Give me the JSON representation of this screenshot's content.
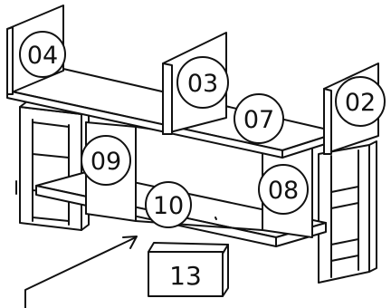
{
  "diagram": {
    "type": "exploded-assembly",
    "colors": {
      "line": "#111111",
      "fill": "#ffffff"
    },
    "callouts": [
      {
        "id": "c04",
        "label": "04"
      },
      {
        "id": "c03",
        "label": "03"
      },
      {
        "id": "c02",
        "label": "02"
      },
      {
        "id": "c07",
        "label": "07"
      },
      {
        "id": "c09",
        "label": "09"
      },
      {
        "id": "c08",
        "label": "08"
      },
      {
        "id": "c10",
        "label": "10"
      }
    ],
    "loose_part": {
      "label": "13"
    }
  }
}
